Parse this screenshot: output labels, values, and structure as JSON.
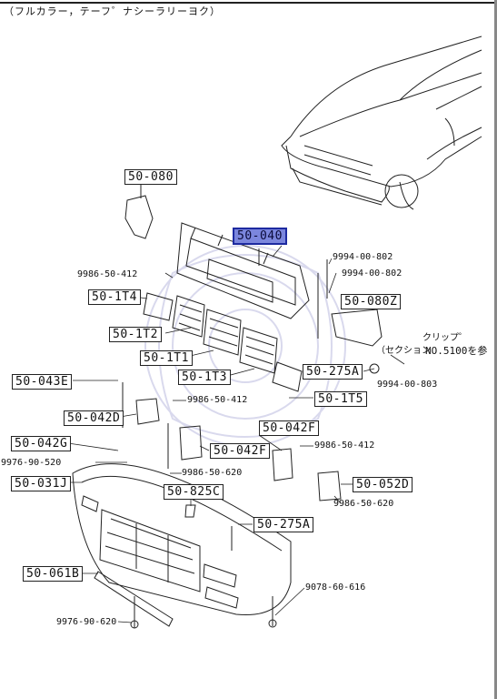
{
  "header": "（フルカラー，テーフ゜ナシーラリーヨク）",
  "selected_part": "50-040",
  "parts": {
    "p50080": "50-080",
    "p50040": "50-040",
    "p501T4": "50-1T4",
    "p501T2": "50-1T2",
    "p501T1": "50-1T1",
    "p501T3": "50-1T3",
    "p501T5": "50-1T5",
    "p50080Z": "50-080Z",
    "p50275A_1": "50-275A",
    "p50043E": "50-043E",
    "p50042D": "50-042D",
    "p50042G": "50-042G",
    "p50042F_1": "50-042F",
    "p50042F_2": "50-042F",
    "p50031J": "50-031J",
    "p50825C": "50-825C",
    "p50275A_2": "50-275A",
    "p50052D": "50-052D",
    "p50061B": "50-061B"
  },
  "labels": {
    "l9986_1": "9986-50-412",
    "l9994_802a": "9994-00-802",
    "l9994_802b": "9994-00-802",
    "l9994_803": "9994-00-803",
    "l9986_2": "9986-50-412",
    "l9986_620a": "9986-50-620",
    "l9986_3": "9986-50-412",
    "l9986_620b": "9986-50-620",
    "l9976_520": "9976-90-520",
    "l9078": "9078-60-616",
    "l9976_620": "9976-90-620",
    "clip_word": "クリップ゜",
    "section_word": "（セクション",
    "section_ref": "NO.5100を参"
  }
}
